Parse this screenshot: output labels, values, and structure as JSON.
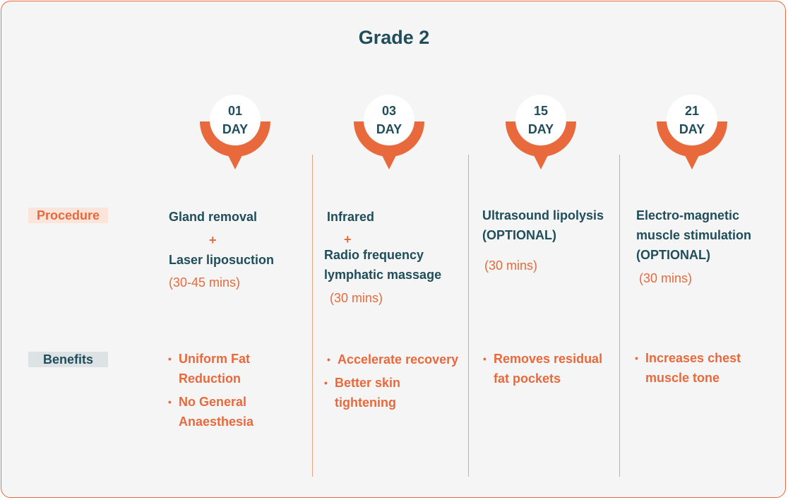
{
  "title": "Grade 2",
  "colors": {
    "accent": "#e8693c",
    "text": "#1f4d5a",
    "background": "#f5f5f5"
  },
  "row_labels": {
    "procedure": "Procedure",
    "benefits": "Benefits"
  },
  "columns": [
    {
      "day_number": "01",
      "day_label": "DAY",
      "procedure": [
        "Gland removal",
        "+",
        "Laser liposuction"
      ],
      "duration": "(30-45 mins)",
      "benefits": [
        [
          "Uniform Fat",
          "Reduction"
        ],
        [
          "No General",
          "Anaesthesia"
        ]
      ]
    },
    {
      "day_number": "03",
      "day_label": "DAY",
      "procedure": [
        "Infrared",
        "+",
        "Radio frequency",
        "lymphatic massage"
      ],
      "duration": "(30 mins)",
      "benefits": [
        [
          "Accelerate recovery"
        ],
        [
          "Better skin",
          "tightening"
        ]
      ]
    },
    {
      "day_number": "15",
      "day_label": "DAY",
      "procedure": [
        "Ultrasound lipolysis",
        "(OPTIONAL)"
      ],
      "duration": "(30 mins)",
      "benefits": [
        [
          "Removes residual",
          "fat pockets"
        ]
      ]
    },
    {
      "day_number": "21",
      "day_label": "DAY",
      "procedure": [
        "Electro-magnetic",
        "muscle stimulation",
        "(OPTIONAL)"
      ],
      "duration": "(30 mins)",
      "benefits": [
        [
          "Increases chest",
          "muscle tone"
        ]
      ]
    }
  ]
}
